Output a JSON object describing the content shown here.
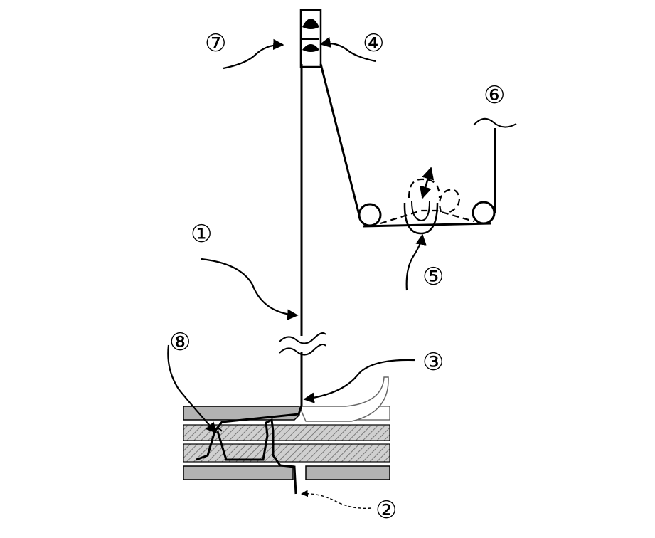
{
  "callouts": {
    "c1": "①",
    "c2": "②",
    "c3": "③",
    "c4": "④",
    "c5": "⑤",
    "c6": "⑥",
    "c7": "⑦",
    "c8": "⑧"
  },
  "colors": {
    "stroke": "#000000",
    "plate_fill": "#b3b3b3",
    "hatch_fill": "#c8c8c8",
    "background": "#ffffff"
  }
}
